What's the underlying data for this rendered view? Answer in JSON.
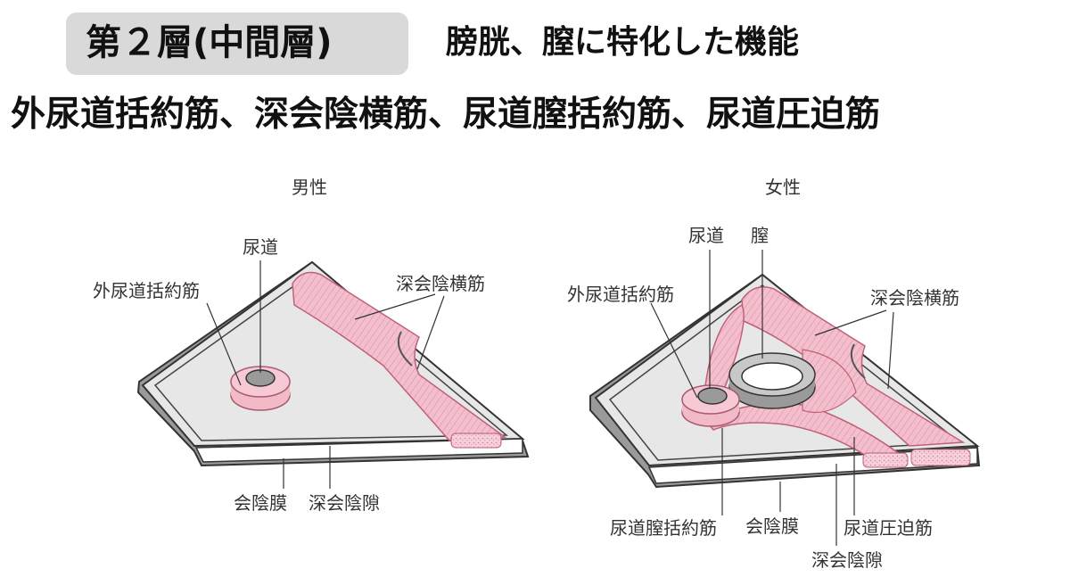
{
  "header": {
    "layer_badge": "第２層(中間層)",
    "function": "膀胱、膣に特化した機能",
    "muscles": "外尿道括約筋、深会陰横筋、尿道膣括約筋、尿道圧迫筋"
  },
  "male": {
    "title": "男性",
    "urethra": "尿道",
    "external_sphincter": "外尿道括約筋",
    "deep_transverse": "深会陰横筋",
    "perineal_membrane": "会陰膜",
    "deep_pouch": "深会陰隙"
  },
  "female": {
    "title": "女性",
    "urethra": "尿道",
    "vagina": "膣",
    "external_sphincter": "外尿道括約筋",
    "deep_transverse": "深会陰横筋",
    "urethrovaginal_sphincter": "尿道膣括約筋",
    "perineal_membrane": "会陰膜",
    "compressor_urethrae": "尿道圧迫筋",
    "deep_pouch": "深会陰隙"
  },
  "colors": {
    "badge_bg": "#d9d9d9",
    "muscle_pink": "#f2b9c6",
    "muscle_line": "#c0607a",
    "membrane_gray": "#e7e7e7",
    "membrane_edge": "#3a3a3a"
  }
}
